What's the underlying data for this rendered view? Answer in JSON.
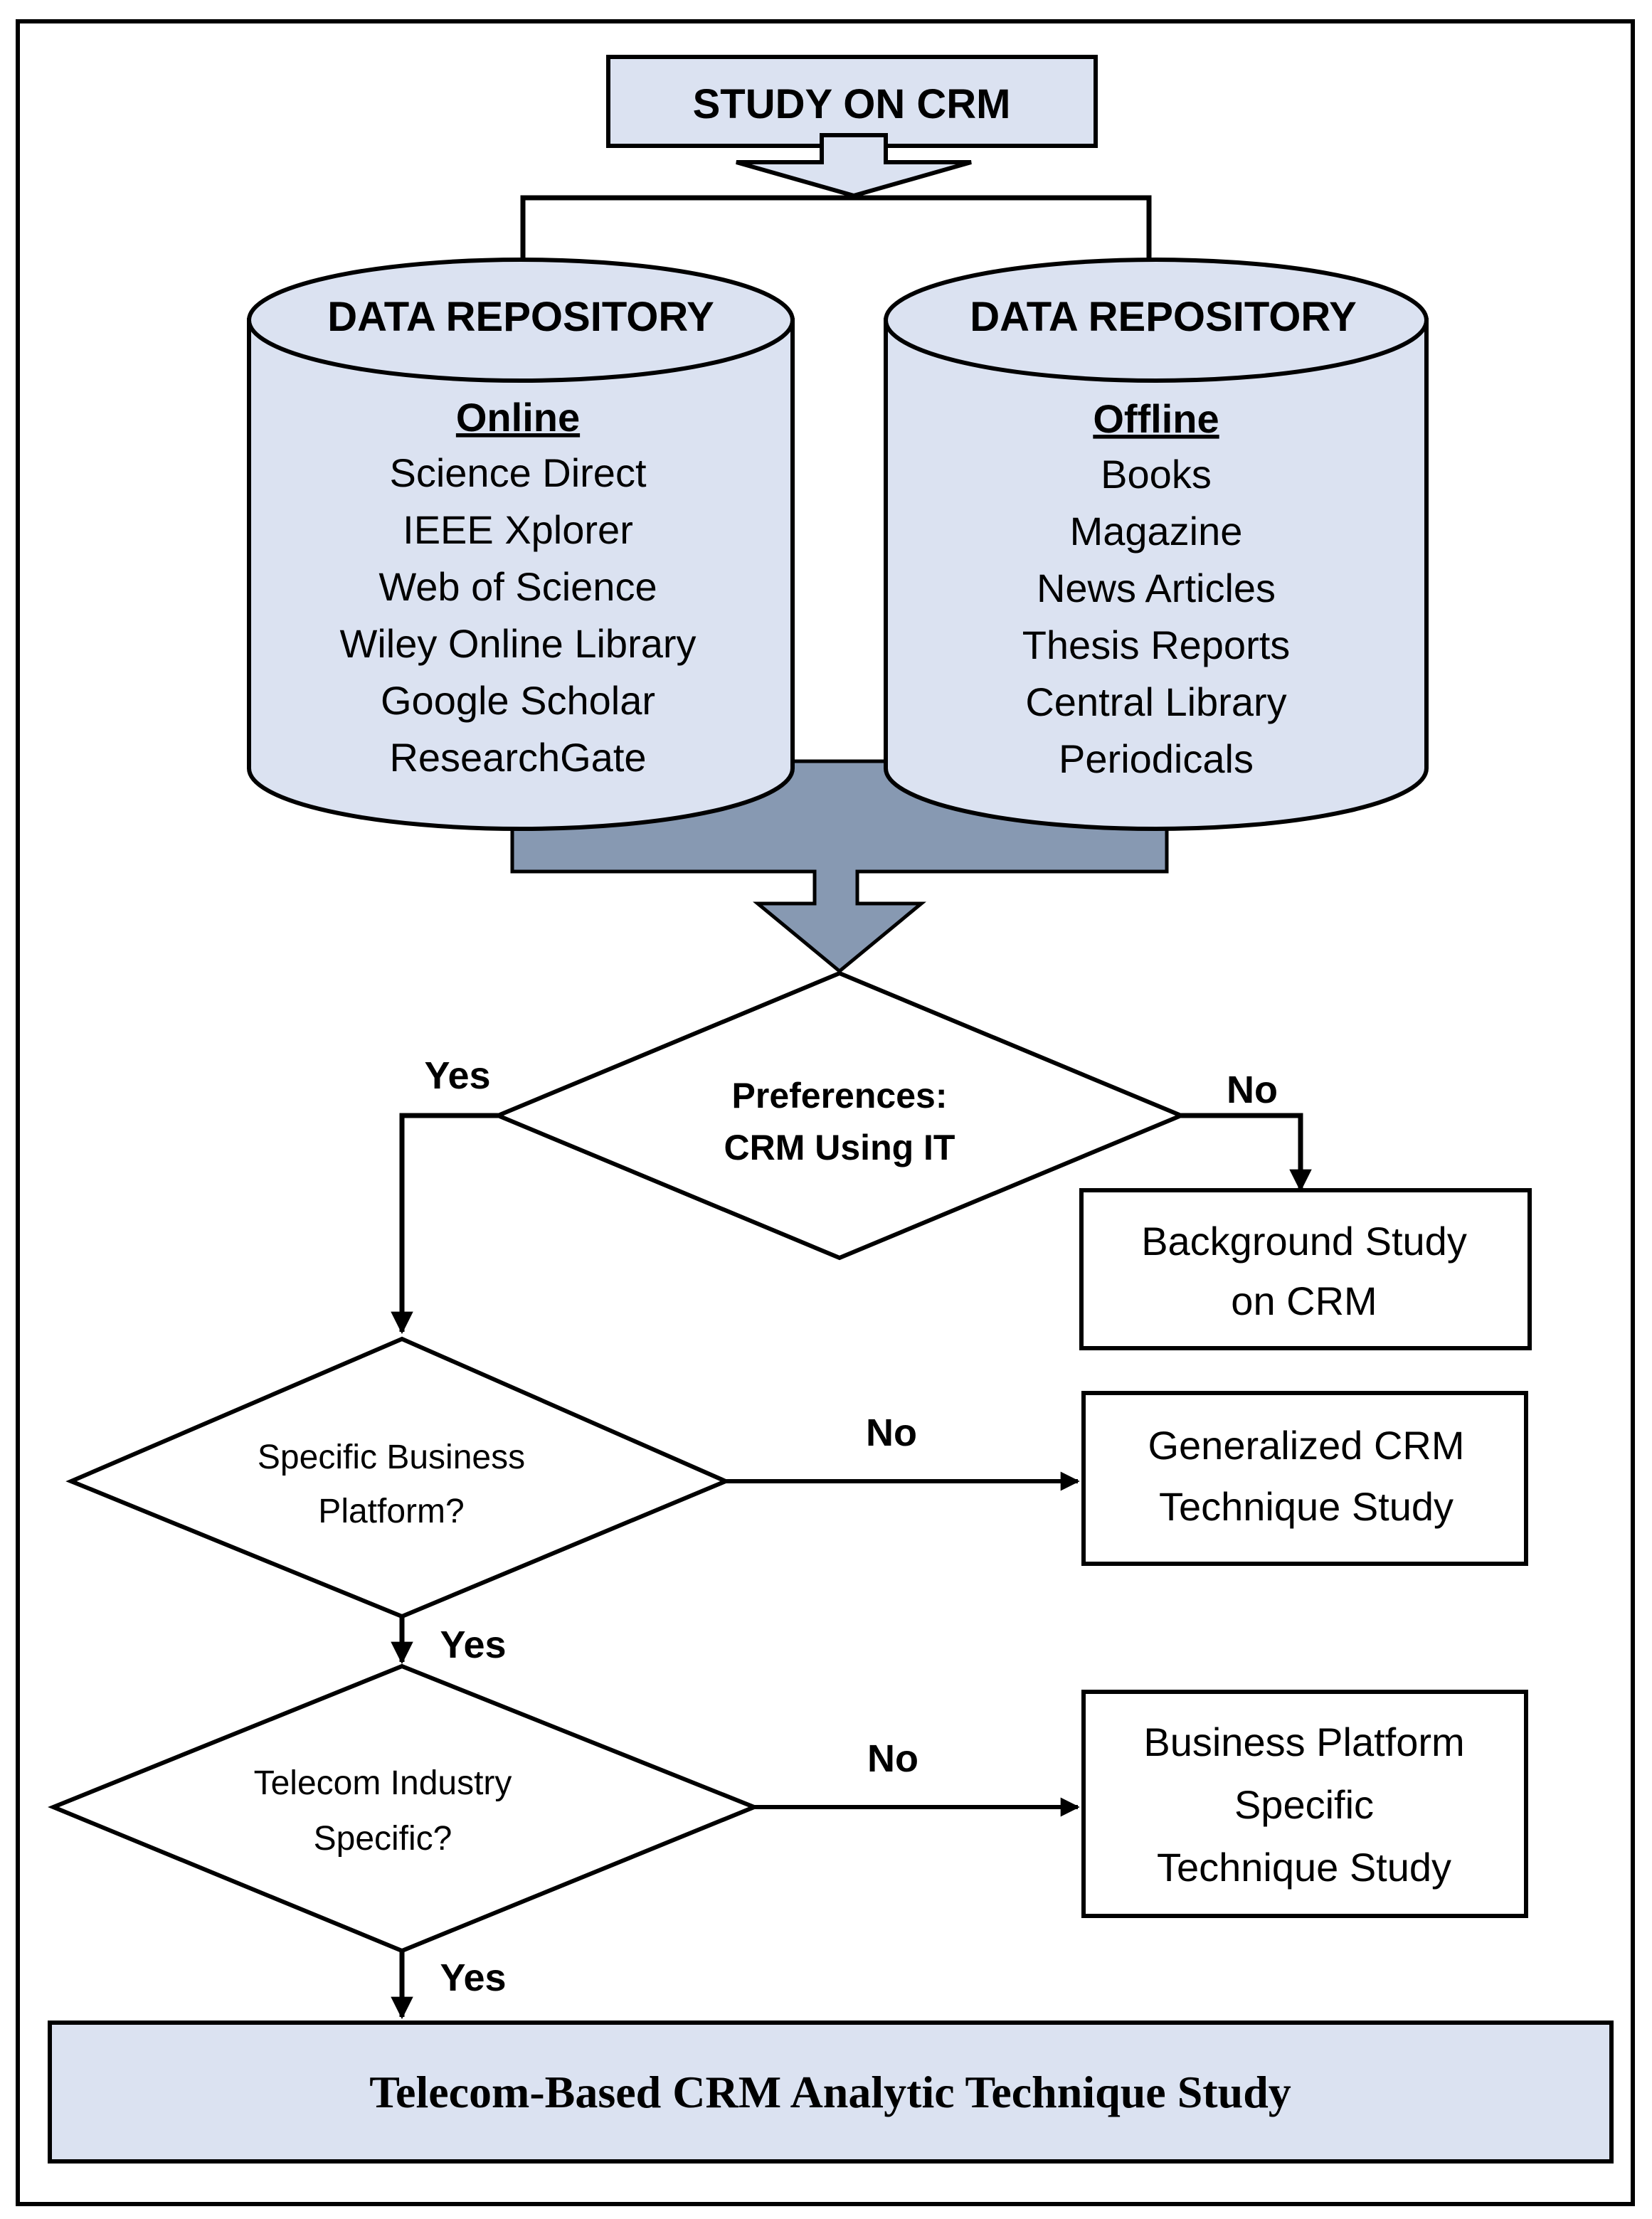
{
  "colors": {
    "box_fill": "#dbe2f1",
    "arrow_fill": "#8799b2",
    "stroke": "#000000",
    "background": "#ffffff"
  },
  "top": {
    "label": "STUDY ON CRM"
  },
  "repositories": [
    {
      "title": "DATA REPOSITORY",
      "heading": "Online",
      "items": [
        "Science Direct",
        "IEEE Xplorer",
        "Web of Science",
        "Wiley Online Library",
        "Google Scholar",
        "ResearchGate"
      ]
    },
    {
      "title": "DATA REPOSITORY",
      "heading": "Offline",
      "items": [
        "Books",
        "Magazine",
        "News Articles",
        "Thesis Reports",
        "Central Library",
        "Periodicals"
      ]
    }
  ],
  "decisions": [
    {
      "lines": [
        "Preferences:",
        "CRM Using IT"
      ],
      "yes": "Yes",
      "no": "No"
    },
    {
      "lines": [
        "Specific Business",
        "Platform?"
      ],
      "yes": "Yes",
      "no": "No"
    },
    {
      "lines": [
        "Telecom Industry",
        "Specific?"
      ],
      "yes": "Yes",
      "no": "No"
    }
  ],
  "outcomes": [
    {
      "lines": [
        "Background Study",
        "on CRM"
      ]
    },
    {
      "lines": [
        "Generalized CRM",
        "Technique Study"
      ]
    },
    {
      "lines": [
        "Business Platform",
        "Specific",
        "Technique Study"
      ]
    }
  ],
  "final": {
    "label": "Telecom-Based CRM Analytic Technique Study"
  }
}
